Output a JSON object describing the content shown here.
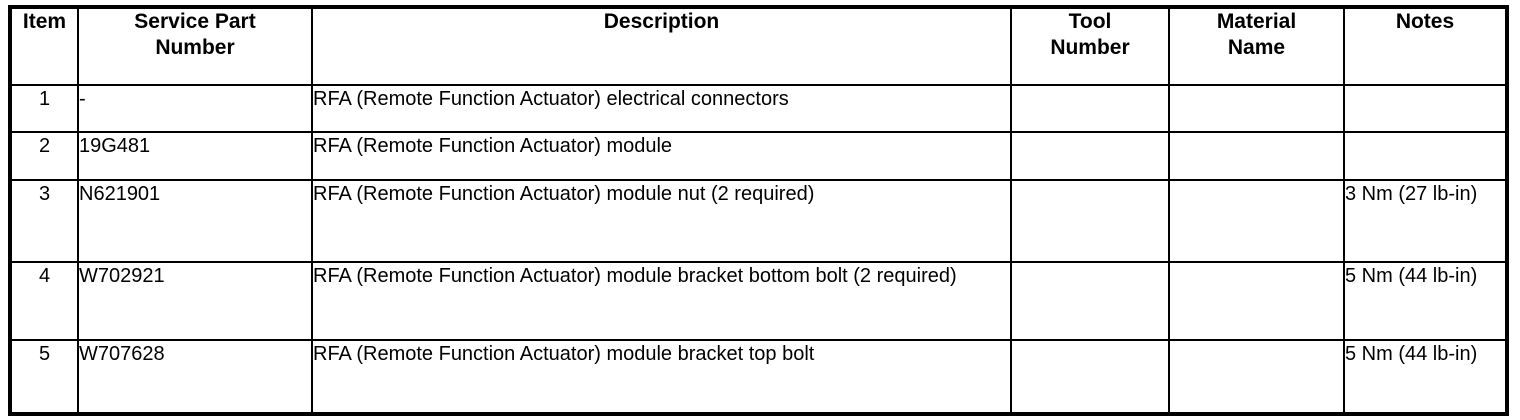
{
  "table": {
    "columns": [
      {
        "key": "item",
        "label": "Item"
      },
      {
        "key": "part",
        "label": "Service Part Number"
      },
      {
        "key": "desc",
        "label": "Description"
      },
      {
        "key": "tool",
        "label": "Tool Number"
      },
      {
        "key": "material",
        "label": "Material Name"
      },
      {
        "key": "notes",
        "label": "Notes"
      }
    ],
    "headers": {
      "item": "Item",
      "part_line1": "Service Part",
      "part_line2": "Number",
      "desc": "Description",
      "tool_line1": "Tool",
      "tool_line2": "Number",
      "material_line1": "Material",
      "material_line2": "Name",
      "notes": "Notes"
    },
    "rows": [
      {
        "item": "1",
        "part": "-",
        "desc": "RFA (Remote Function Actuator) electrical connectors",
        "tool": "",
        "material": "",
        "notes": ""
      },
      {
        "item": "2",
        "part": "19G481",
        "desc": "RFA (Remote Function Actuator) module",
        "tool": "",
        "material": "",
        "notes": ""
      },
      {
        "item": "3",
        "part": "N621901",
        "desc": "RFA (Remote Function Actuator) module nut (2 required)",
        "tool": "",
        "material": "",
        "notes": "3 Nm (27 lb-in)"
      },
      {
        "item": "4",
        "part": "W702921",
        "desc": "RFA (Remote Function Actuator) module bracket bottom bolt (2 required)",
        "tool": "",
        "material": "",
        "notes": "5 Nm (44 lb-in)"
      },
      {
        "item": "5",
        "part": "W707628",
        "desc": "RFA (Remote Function Actuator) module bracket top bolt",
        "tool": "",
        "material": "",
        "notes": "5 Nm (44 lb-in)"
      }
    ]
  },
  "colors": {
    "border": "#000000",
    "text": "#000000",
    "background": "#ffffff"
  }
}
